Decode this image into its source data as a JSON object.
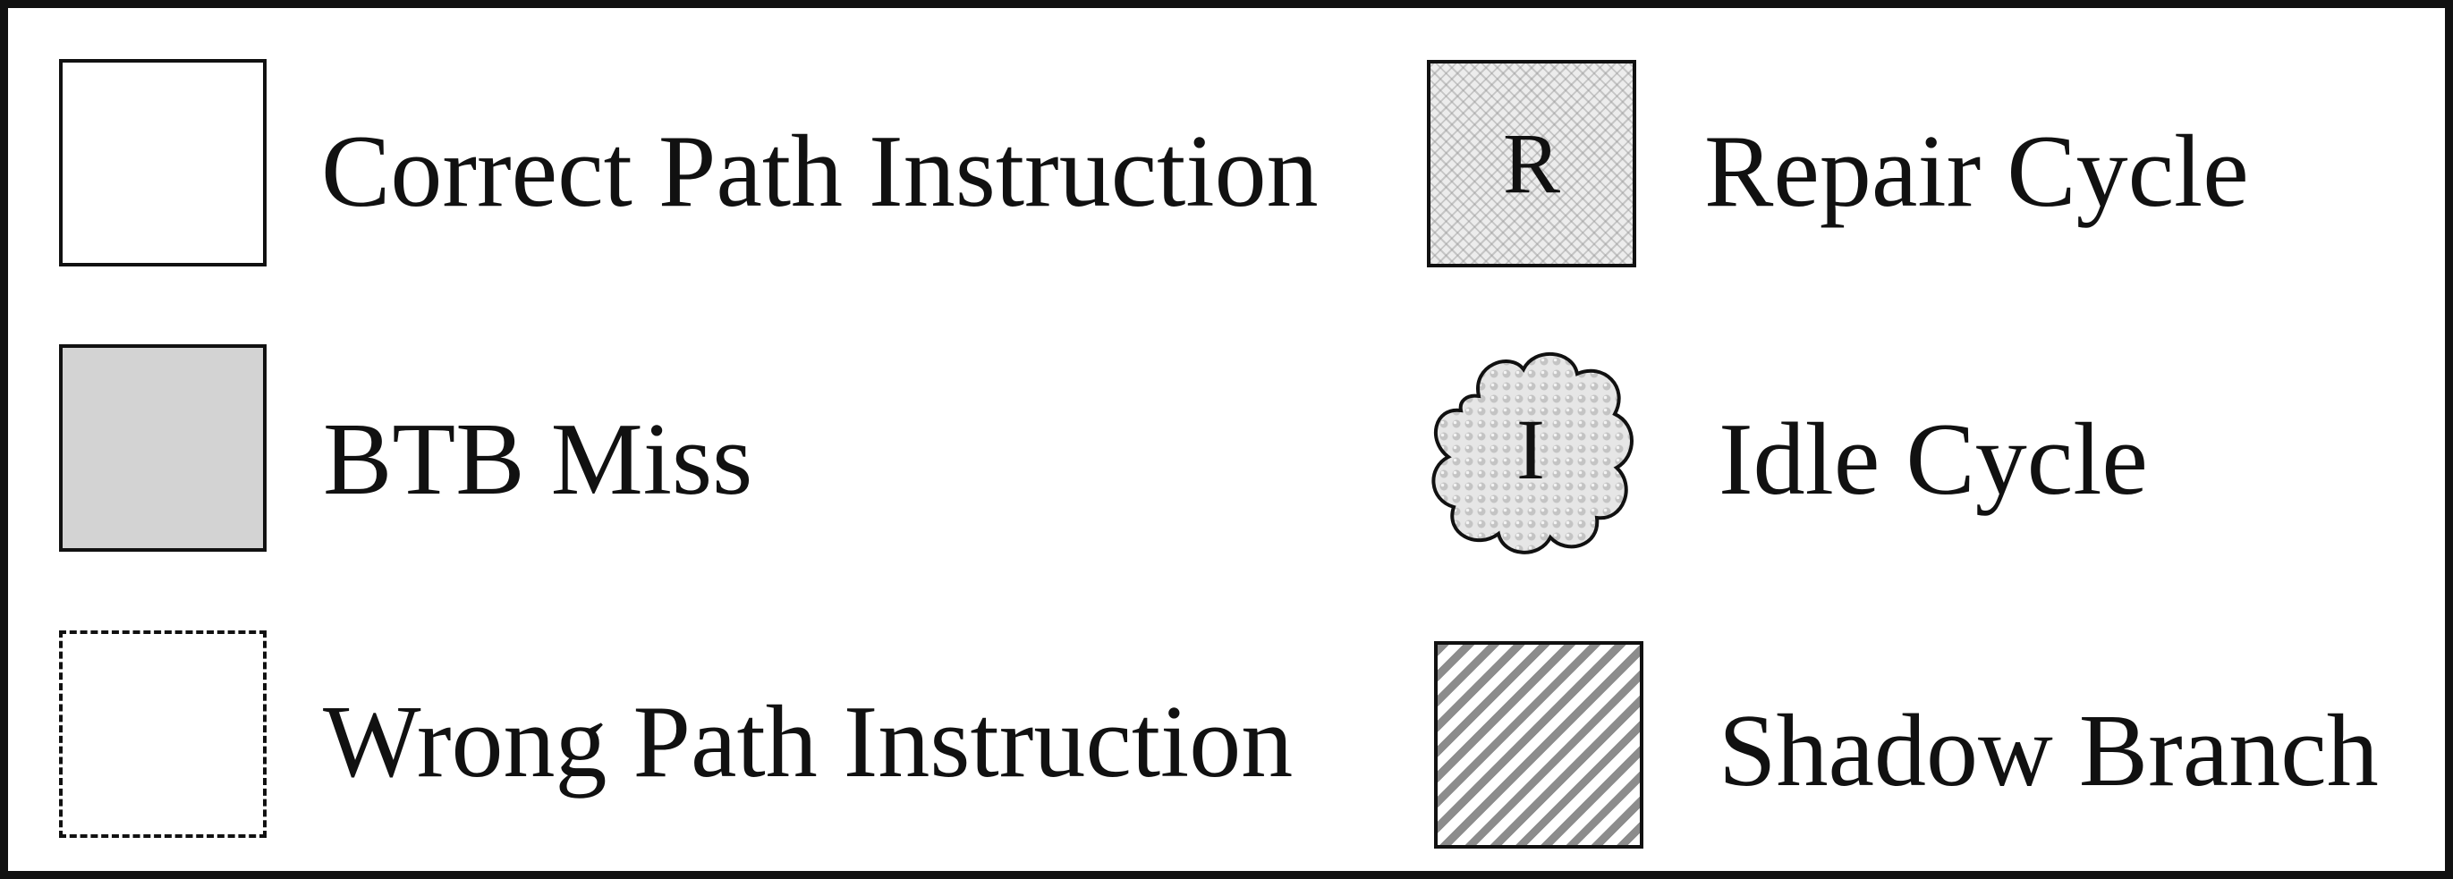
{
  "legend": {
    "items": [
      {
        "id": "correct_path",
        "label": "Correct Path Instruction",
        "swatch": "white box, solid border"
      },
      {
        "id": "btb_miss",
        "label": "BTB Miss",
        "swatch": "gray box, solid border"
      },
      {
        "id": "wrong_path",
        "label": "Wrong Path Instruction",
        "swatch": "white box, dashed border"
      },
      {
        "id": "repair_cycle",
        "label": "Repair Cycle",
        "swatch_text": "R",
        "swatch": "light textured box"
      },
      {
        "id": "idle_cycle",
        "label": "Idle Cycle",
        "swatch_text": "I",
        "swatch": "textured cloud"
      },
      {
        "id": "shadow_branch",
        "label": "Shadow Branch",
        "swatch": "diagonal hatched box"
      }
    ]
  },
  "colors": {
    "border": "#111111",
    "btb_fill": "#d3d3d3",
    "hatch": "#8c8c8c",
    "texture_base": "#ececec"
  }
}
